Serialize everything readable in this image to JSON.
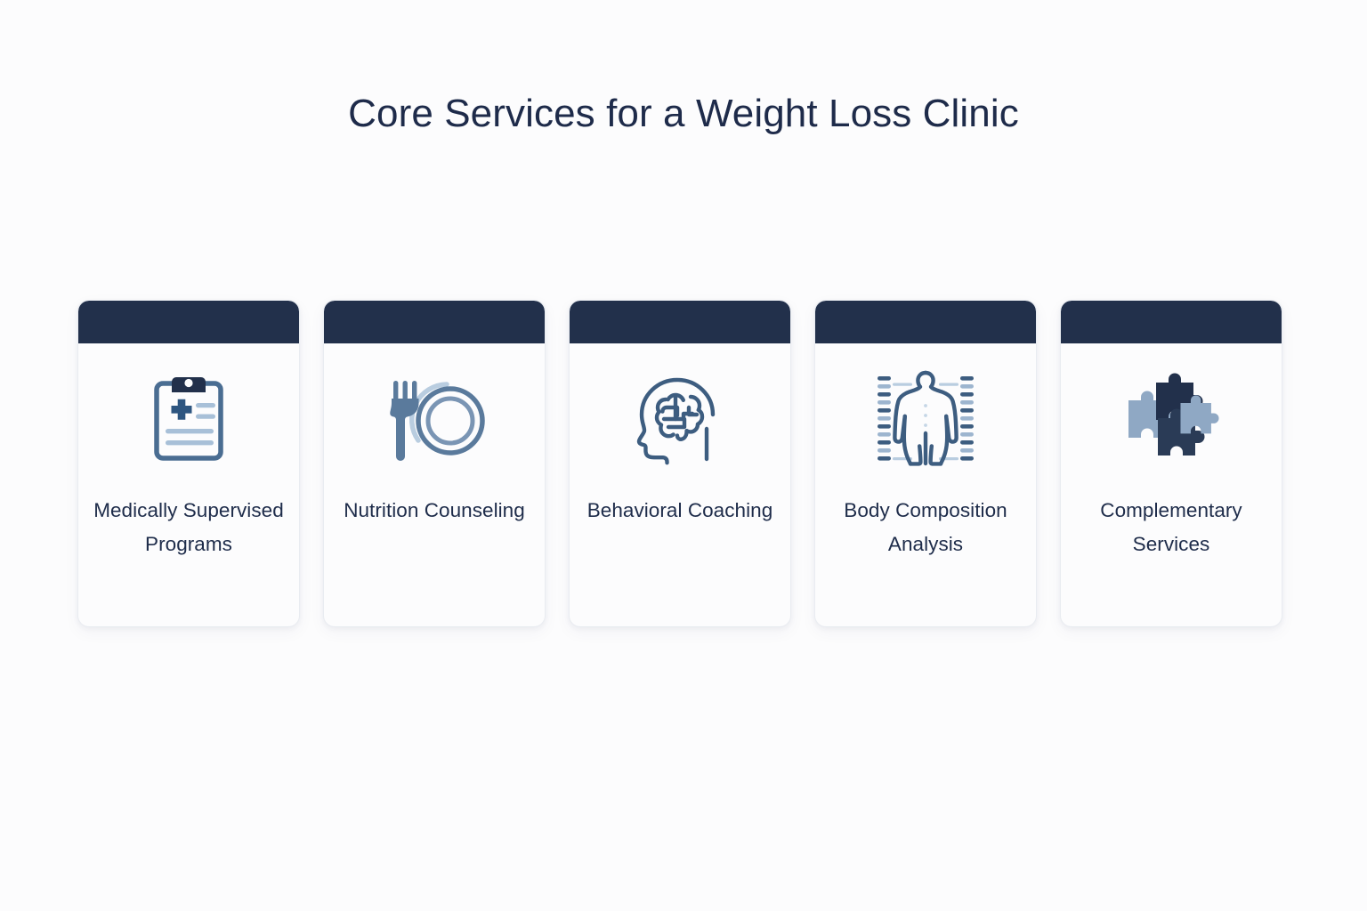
{
  "page": {
    "title": "Core Services for a Weight Loss Clinic",
    "background_color": "#fcfcfd",
    "title_color": "#1e2b4a"
  },
  "theme": {
    "header_bar_color": "#22304b",
    "card_body_color": "#fcfcfd",
    "card_border_color": "#e9ecf1",
    "label_color": "#1e2c4a",
    "icon_dark_navy": "#22304b",
    "icon_slate_blue": "#3d5d80",
    "icon_medium_blue": "#4a6d92",
    "icon_fork_blue": "#5a7a9c",
    "icon_light_blue": "#a8c0d8",
    "icon_pale_blue": "#8fa8c4"
  },
  "cards": [
    {
      "label": "Medically Supervised Programs",
      "icon_name": "clipboard-medical-icon"
    },
    {
      "label": "Nutrition Counseling",
      "icon_name": "fork-and-plate-icon"
    },
    {
      "label": "Behavioral Coaching",
      "icon_name": "head-brain-icon"
    },
    {
      "label": "Body Composition Analysis",
      "icon_name": "body-measurement-icon"
    },
    {
      "label": "Complementary Services",
      "icon_name": "puzzle-pieces-icon"
    }
  ]
}
